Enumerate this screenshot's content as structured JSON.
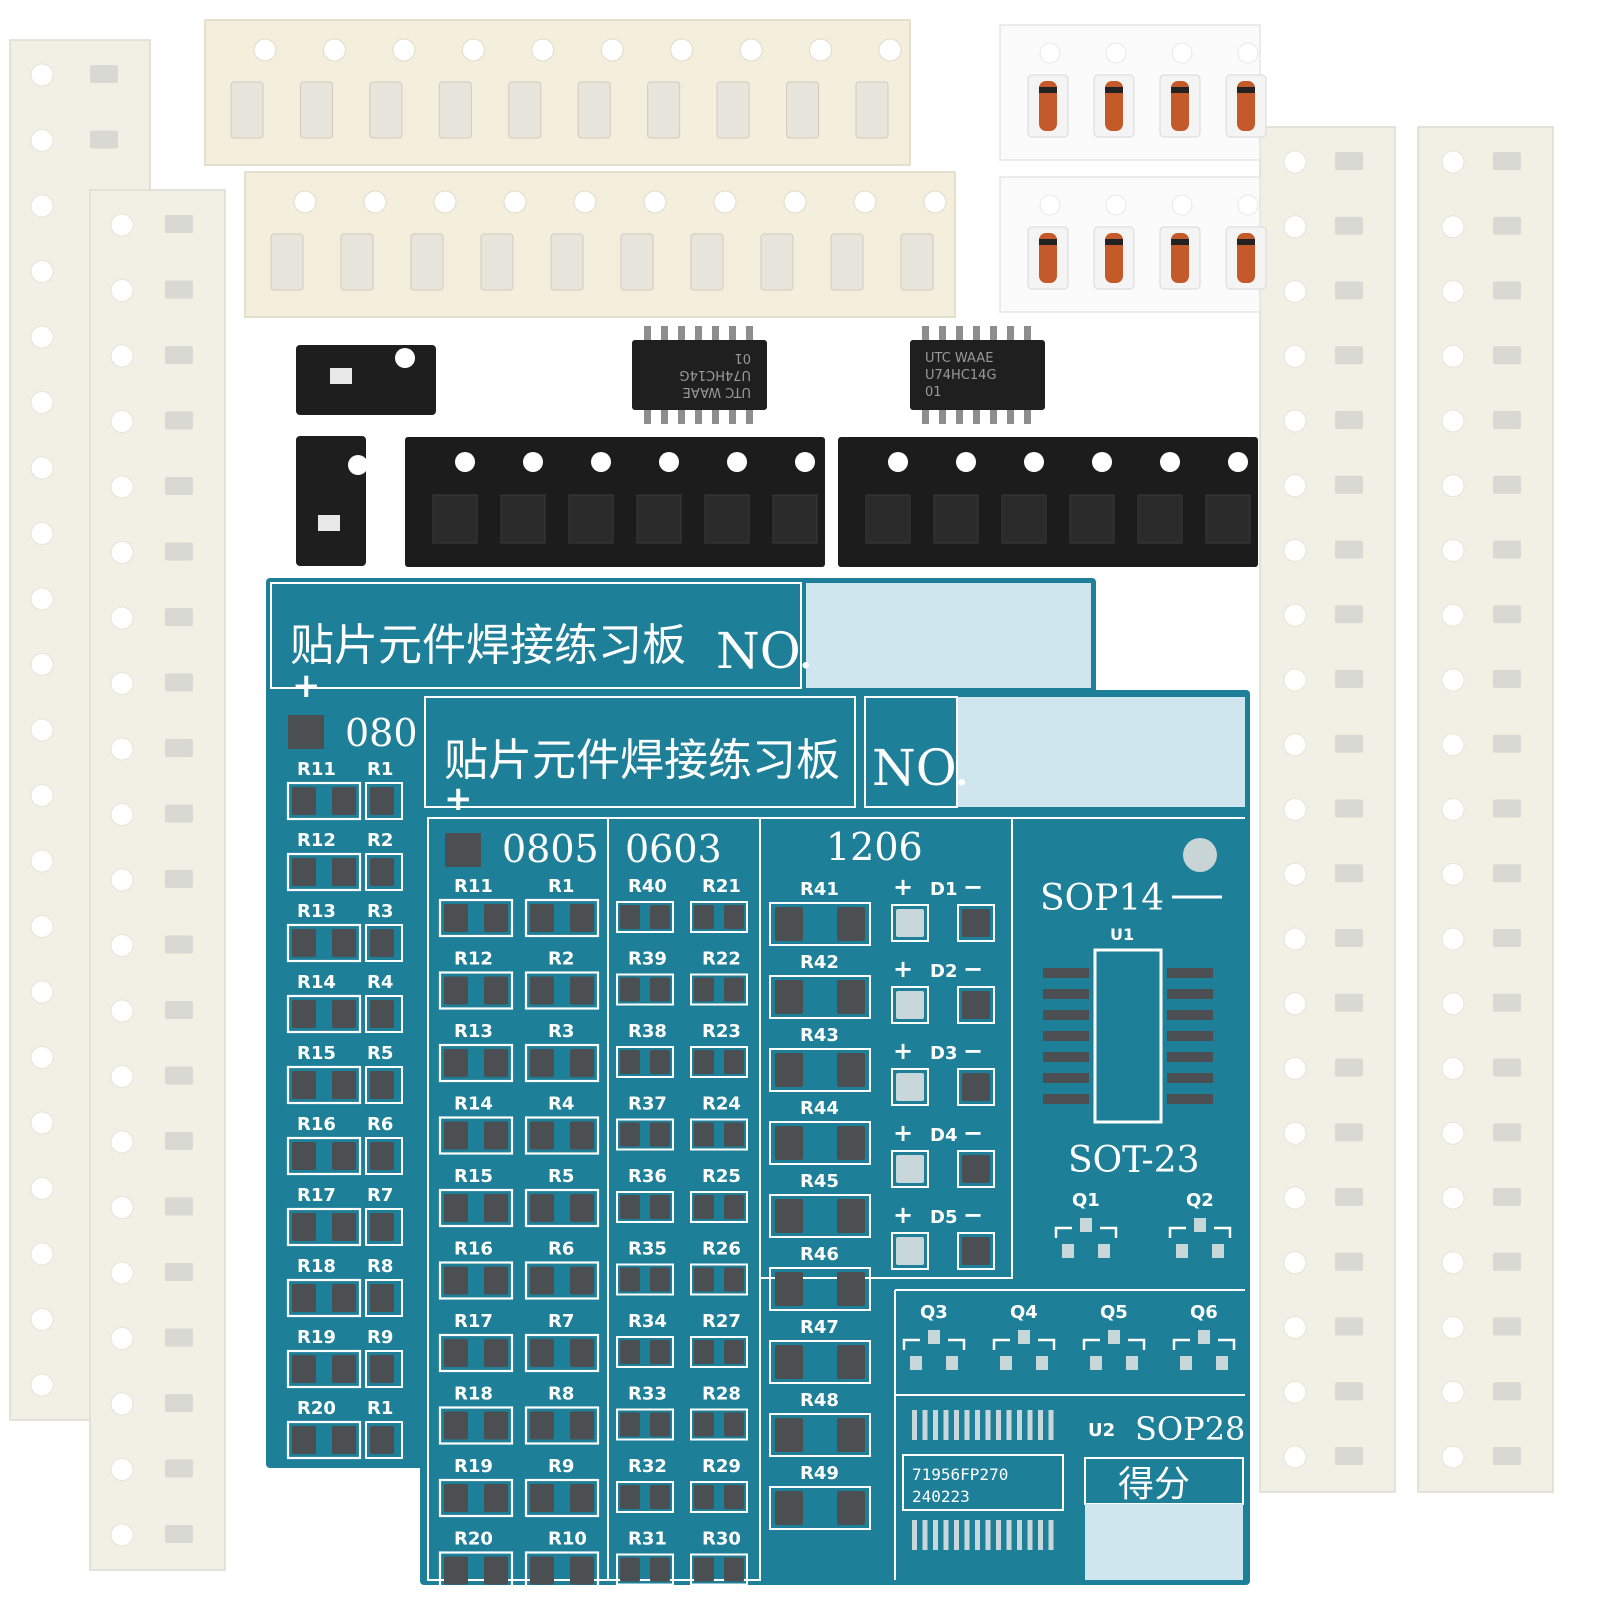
{
  "board": {
    "title": "贴片元件焊接练习板",
    "plus": "+",
    "no_label": "NO.",
    "sizes": [
      "0805",
      "0603",
      "1206"
    ],
    "col_0805_left": [
      "R11",
      "R12",
      "R13",
      "R14",
      "R15",
      "R16",
      "R17",
      "R18",
      "R19",
      "R20"
    ],
    "col_0805_right": [
      "R1",
      "R2",
      "R3",
      "R4",
      "R5",
      "R6",
      "R7",
      "R8",
      "R9",
      "R10"
    ],
    "col_0603_left": [
      "R40",
      "R39",
      "R38",
      "R37",
      "R36",
      "R35",
      "R34",
      "R33",
      "R32",
      "R31"
    ],
    "col_0603_right": [
      "R21",
      "R22",
      "R23",
      "R24",
      "R25",
      "R26",
      "R27",
      "R28",
      "R29",
      "R30"
    ],
    "col_1206": [
      "R41",
      "R42",
      "R43",
      "R44",
      "R45",
      "R46",
      "R47",
      "R48",
      "R49"
    ],
    "diodes": [
      "D1",
      "D2",
      "D3",
      "D4",
      "D5"
    ],
    "diode_plus": "+",
    "diode_minus": "−",
    "sop14": "SOP14",
    "u1": "U1",
    "sot23": "SOT-23",
    "transistors_top": [
      "Q1",
      "Q2"
    ],
    "transistors_bottom": [
      "Q3",
      "Q4",
      "Q5",
      "Q6"
    ],
    "u2": "U2",
    "sop28": "SOP28",
    "code_line1": "71956FP270",
    "code_line2": "240223",
    "score_label": "得分"
  },
  "back_board": {
    "size_label": "080",
    "left_labels": [
      "R11",
      "R12",
      "R13",
      "R14",
      "R15",
      "R16",
      "R17",
      "R18",
      "R19",
      "R20"
    ],
    "partial_labels": [
      "R1",
      "R2",
      "R3",
      "R4",
      "R5",
      "R6",
      "R7",
      "R8",
      "R9",
      "R1"
    ]
  },
  "ics": {
    "left_text": [
      "UTC WAAE",
      "U74HC14G",
      "01"
    ],
    "right_text": [
      "UTC WAAE",
      "U74HC14G",
      "01"
    ]
  },
  "colors": {
    "pcb": "#1d7f98",
    "pcb_light": "#cfe6ee",
    "pad": "#4b4f52",
    "tape": "#f1f0e5",
    "black_tape": "#1c1c1c"
  }
}
